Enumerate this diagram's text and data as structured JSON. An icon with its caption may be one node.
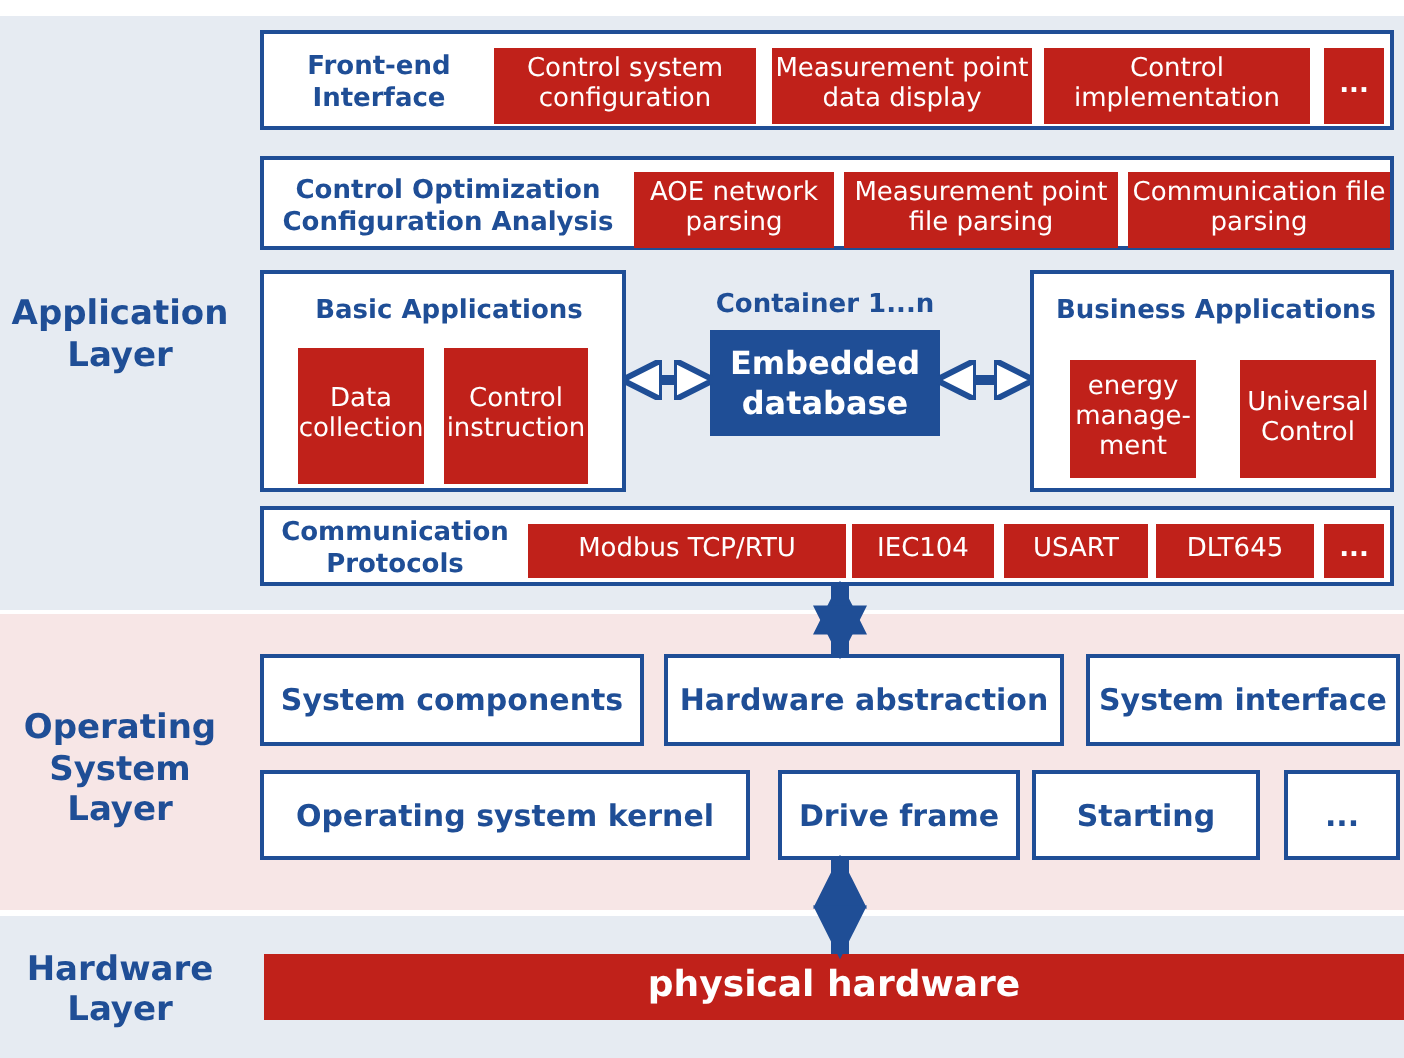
{
  "diagram": {
    "nodes": [
      {
        "text": [
          "Application Layer"
        ]
      },
      {
        "text": [
          "Front-end Interface"
        ],
        "in": 0
      },
      {
        "text": [
          "Control system configuration"
        ],
        "in": 1
      },
      {
        "text": [
          "Measurement point data display"
        ],
        "in": 1
      },
      {
        "text": [
          "Control implementation"
        ],
        "in": 1
      },
      {
        "text": [
          "..."
        ],
        "in": 1
      },
      {
        "text": [
          "Control Optimization Configuration Analysis"
        ],
        "in": 0
      },
      {
        "text": [
          "AOE network parsing"
        ],
        "in": 6
      },
      {
        "text": [
          "Measurement point file parsing"
        ],
        "in": 6
      },
      {
        "text": [
          "Communication file parsing"
        ],
        "in": 6
      },
      {
        "text": [
          "Basic Applications"
        ],
        "in": 0
      },
      {
        "text": [
          "Data collection"
        ],
        "in": 10
      },
      {
        "text": [
          "Control instruction"
        ],
        "in": 10
      },
      {
        "text": [
          "Container 1...n",
          "Embedded database"
        ],
        "in": 0
      },
      {
        "text": [
          "Business Applications"
        ],
        "in": 0
      },
      {
        "text": [
          "energy manage- ment"
        ],
        "in": 14
      },
      {
        "text": [
          "Universal Control"
        ],
        "in": 14
      },
      {
        "text": [
          "Communication Protocols"
        ],
        "in": 0
      },
      {
        "text": [
          "Modbus TCP/RTU"
        ],
        "in": 17
      },
      {
        "text": [
          "IEC104"
        ],
        "in": 17
      },
      {
        "text": [
          "USART"
        ],
        "in": 17
      },
      {
        "text": [
          "DLT645"
        ],
        "in": 17
      },
      {
        "text": [
          "..."
        ],
        "in": 17
      },
      {
        "text": [
          "Operating System Layer"
        ]
      },
      {
        "text": [
          "System components"
        ],
        "in": 23
      },
      {
        "text": [
          "Hardware abstraction"
        ],
        "in": 23
      },
      {
        "text": [
          "System interface"
        ],
        "in": 23
      },
      {
        "text": [
          "Operating system kernel"
        ],
        "in": 23
      },
      {
        "text": [
          "Drive frame"
        ],
        "in": 23
      },
      {
        "text": [
          "Starting"
        ],
        "in": 23
      },
      {
        "text": [
          "..."
        ],
        "in": 23
      },
      {
        "text": [
          "Hardware Layer"
        ]
      },
      {
        "text": [
          "physical hardware"
        ],
        "in": 31
      }
    ],
    "edges": [
      {
        "from": 10,
        "to": 13,
        "arrow": "both"
      },
      {
        "from": 13,
        "to": 14,
        "arrow": "both"
      },
      {
        "from": 17,
        "to": 25,
        "arrow": "both",
        "style": "thick"
      },
      {
        "from": 28,
        "to": 32,
        "arrow": "both",
        "style": "thick"
      }
    ]
  }
}
